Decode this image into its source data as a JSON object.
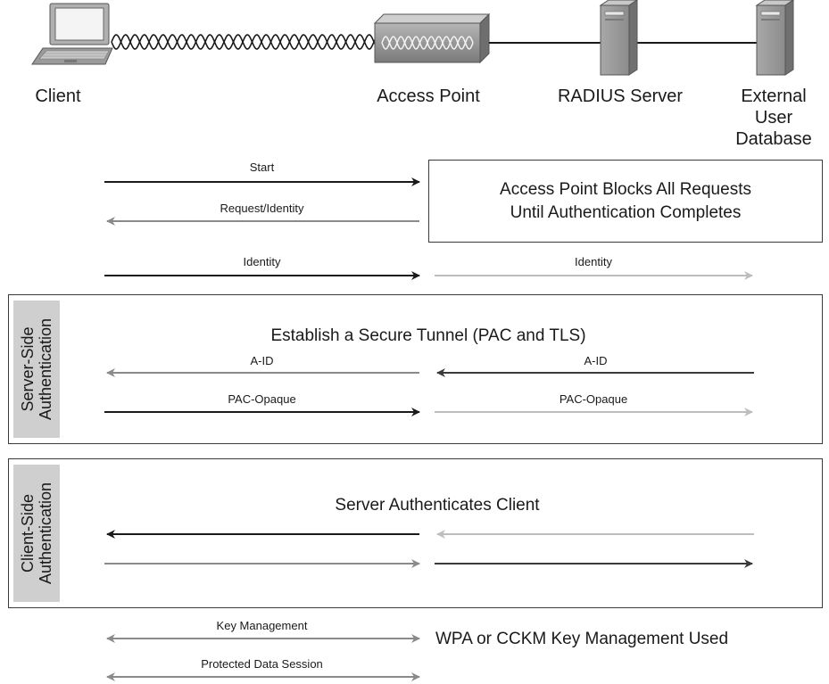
{
  "devices": {
    "client": "Client",
    "access_point": "Access Point",
    "radius_server": "RADIUS Server",
    "external_db": "External\nUser\nDatabase"
  },
  "preauth": {
    "start": "Start",
    "request_identity": "Request/Identity",
    "identity_client": "Identity",
    "identity_ap": "Identity",
    "ap_block_note": "Access Point Blocks All Requests\nUntil Authentication Completes"
  },
  "server_side": {
    "tab_label": "Server-Side\nAuthentication",
    "title": "Establish a Secure Tunnel (PAC and TLS)",
    "aid_left": "A-ID",
    "aid_right": "A-ID",
    "pac_left": "PAC-Opaque",
    "pac_right": "PAC-Opaque"
  },
  "client_side": {
    "tab_label": "Client-Side\nAuthentication",
    "title": "Server Authenticates Client"
  },
  "key_phase": {
    "key_management": "Key Management",
    "protected_session": "Protected Data Session",
    "note": "WPA or CCKM Key Management Used"
  },
  "colors": {
    "black_arrow": "#1a1a1a",
    "mid_gray_arrow": "#8a8a8a",
    "light_gray_arrow": "#bdbdbd",
    "dark_gray_arrow": "#3a3a3a",
    "tab_fill": "#cfcfcf",
    "device_gray": "#9a9a9a"
  }
}
